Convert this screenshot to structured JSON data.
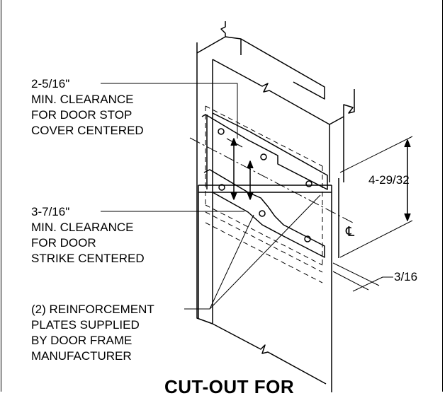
{
  "labels": {
    "clearance_stop": [
      "2-5/16\"",
      "MIN. CLEARANCE",
      "FOR DOOR STOP",
      "COVER CENTERED"
    ],
    "clearance_strike": [
      "3-7/16\"",
      "MIN. CLEARANCE",
      "FOR DOOR",
      "STRIKE CENTERED"
    ],
    "reinforcement": [
      "(2) REINFORCEMENT",
      "PLATES SUPPLIED",
      "BY DOOR FRAME",
      "MANUFACTURER"
    ],
    "dim_height": "4-29/32",
    "dim_offset": "3/16",
    "centerline": "℄"
  },
  "title": "CUT-OUT FOR"
}
